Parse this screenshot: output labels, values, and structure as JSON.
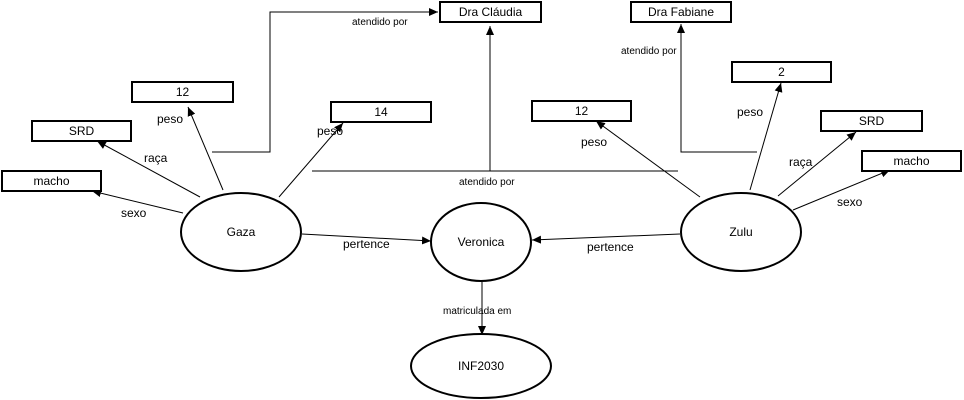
{
  "nodes": {
    "dra_claudia": "Dra Cláudia",
    "dra_fabiane": "Dra Fabiane",
    "gaza_peso": "12",
    "gaza_peso_2": "14",
    "gaza_raca": "SRD",
    "gaza_sexo": "macho",
    "zulu_peso": "12",
    "zulu_peso_2": "2",
    "zulu_raca": "SRD",
    "zulu_sexo": "macho",
    "gaza": "Gaza",
    "veronica": "Veronica",
    "zulu": "Zulu",
    "inf2030": "INF2030"
  },
  "edges": {
    "gaza_atendido_claudia": "atendido por",
    "zulu_atendido_fabiane": "atendido por",
    "atendido_claudia_shared": "atendido por",
    "gaza_peso_12": "peso",
    "gaza_peso_14": "peso",
    "gaza_raca": "raça",
    "gaza_sexo": "sexo",
    "zulu_peso_12": "peso",
    "zulu_peso_2": "peso",
    "zulu_raca": "raça",
    "zulu_sexo": "sexo",
    "gaza_pertence": "pertence",
    "zulu_pertence": "pertence",
    "veronica_matriculada": "matriculada em"
  }
}
